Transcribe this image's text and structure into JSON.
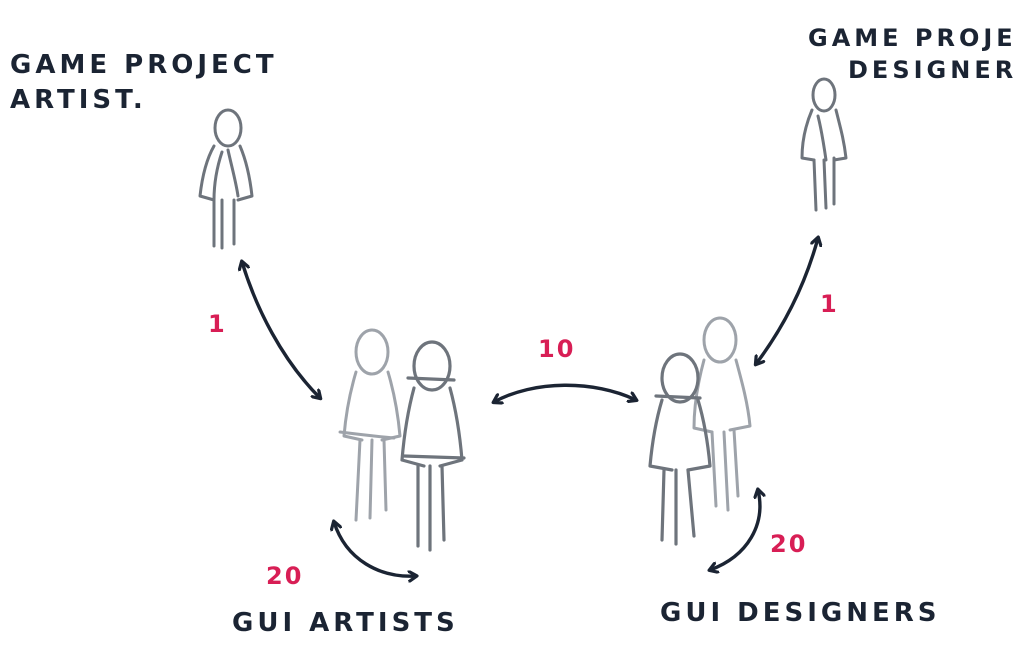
{
  "nodes": {
    "project_artist": {
      "lines": [
        "Game Project",
        "Artist."
      ]
    },
    "project_designer": {
      "lines": [
        "Game Project",
        "Designer"
      ]
    },
    "gui_artists": {
      "lines": [
        "GUI Artists"
      ]
    },
    "gui_designers": {
      "lines": [
        "GUI Designers"
      ]
    }
  },
  "edges": {
    "artist_to_gui_artists": {
      "count": "1"
    },
    "designer_to_gui_designers": {
      "count": "1"
    },
    "gui_artists_to_gui_designers": {
      "count": "10"
    },
    "gui_artists_internal": {
      "count": "20"
    },
    "gui_designers_internal": {
      "count": "20"
    }
  },
  "colors": {
    "ink": "#1b2433",
    "figure": "#6e747c",
    "figure_light": "#9ea3aa",
    "count": "#d81e55"
  }
}
